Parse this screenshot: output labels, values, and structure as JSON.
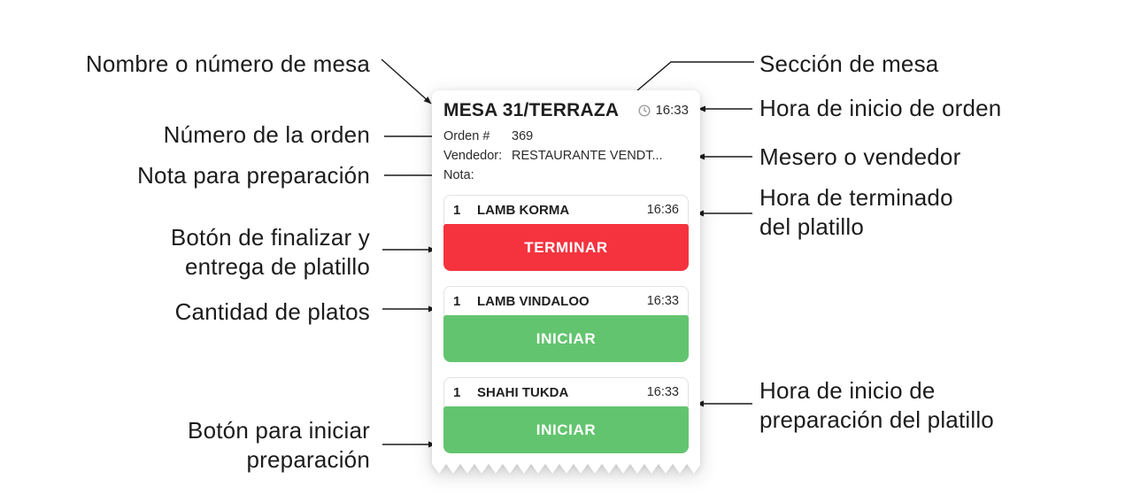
{
  "annotations": {
    "left": [
      {
        "lines": [
          "Nombre o número de mesa"
        ]
      },
      {
        "lines": [
          "Número de la orden"
        ]
      },
      {
        "lines": [
          "Nota para preparación"
        ]
      },
      {
        "lines": [
          "Botón de finalizar y",
          "entrega de platillo"
        ]
      },
      {
        "lines": [
          "Cantidad de platos"
        ]
      },
      {
        "lines": [
          "Botón para iniciar",
          "preparación"
        ]
      }
    ],
    "right": [
      {
        "lines": [
          "Sección de mesa"
        ]
      },
      {
        "lines": [
          "Hora de inicio de orden"
        ]
      },
      {
        "lines": [
          "Mesero o vendedor"
        ]
      },
      {
        "lines": [
          "Hora de terminado",
          "del platillo"
        ]
      },
      {
        "lines": [
          "Hora de inicio de",
          "preparación del platillo"
        ]
      }
    ]
  },
  "ticket": {
    "table_name": "MESA 31/TERRAZA",
    "order_time": "16:33",
    "order_label": "Orden #",
    "order_number": "369",
    "vendor_label": "Vendedor:",
    "vendor_value": "RESTAURANTE VENDT...",
    "note_label": "Nota:",
    "note_value": "",
    "items": [
      {
        "qty": "1",
        "name": "LAMB KORMA",
        "time": "16:36",
        "action": "TERMINAR",
        "state": "finish"
      },
      {
        "qty": "1",
        "name": "LAMB VINDALOO",
        "time": "16:33",
        "action": "INICIAR",
        "state": "start"
      },
      {
        "qty": "1",
        "name": "SHAHI TUKDA",
        "time": "16:33",
        "action": "INICIAR",
        "state": "start"
      }
    ]
  },
  "colors": {
    "finish": "#f5333f",
    "start": "#63c46f",
    "clock_icon": "#9e9e9e"
  }
}
